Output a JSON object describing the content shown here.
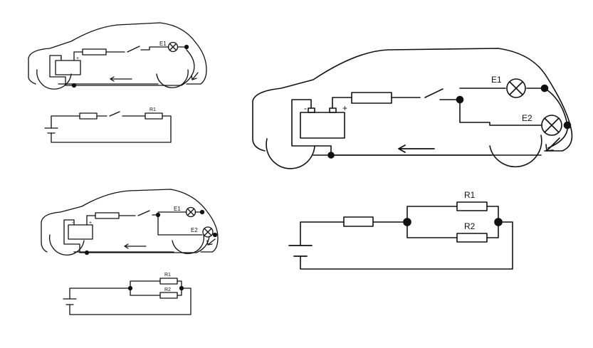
{
  "labels": {
    "e1": "E1",
    "e2": "E2",
    "r1": "R1",
    "r2": "R2",
    "minus": "-",
    "plus": "+"
  },
  "colors": {
    "line": "#111111",
    "background": "#ffffff"
  }
}
